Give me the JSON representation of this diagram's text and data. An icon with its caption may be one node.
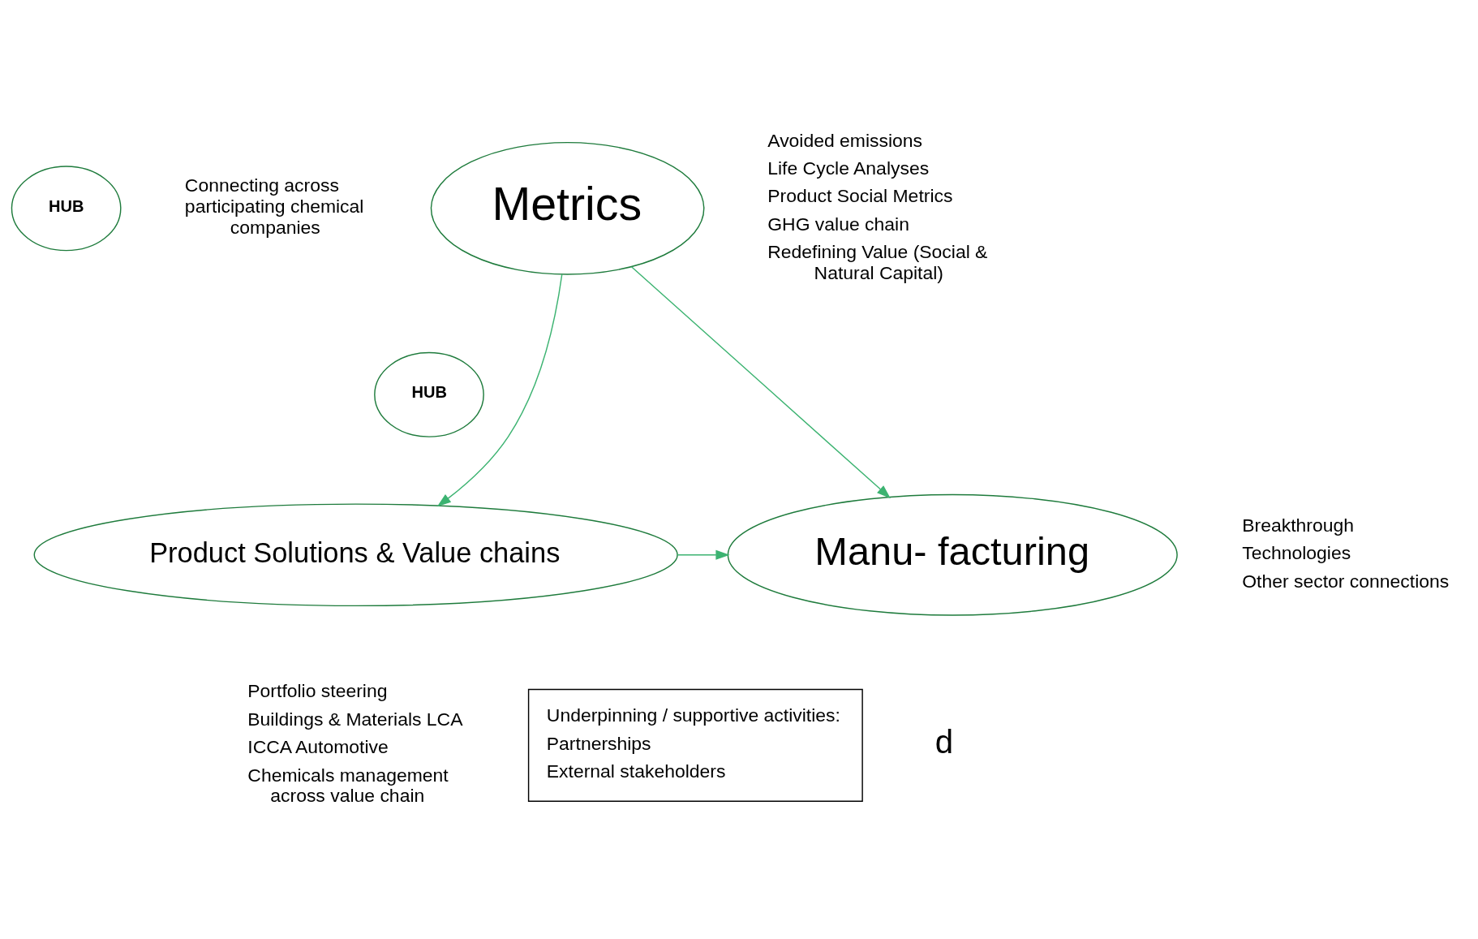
{
  "diagram": {
    "nodes": [
      {
        "text": [
          "HUB"
        ],
        "beside": [
          "Connecting across participating chemical companies"
        ]
      },
      {
        "text": [
          "Metrics"
        ],
        "beside": [
          "Avoided emissions",
          "Life Cycle Analyses",
          "Product Social Metrics",
          "GHG value chain",
          "Redefining Value (Social & Natural Capital)"
        ]
      },
      {
        "text": [
          "HUB"
        ]
      },
      {
        "text": [
          "Product Solutions & Value chains"
        ],
        "beside": [
          "Portfolio steering",
          "Buildings & Materials LCA",
          "ICCA Automotive",
          "Chemicals management across value chain"
        ]
      },
      {
        "text": [
          "Manu- facturing"
        ],
        "beside": [
          "Breakthrough",
          "Technologies",
          "Other sector connections"
        ]
      },
      {
        "text": [
          "Underpinning / supportive activities:",
          "Partnerships",
          "External stakeholders"
        ]
      }
    ],
    "edges": [
      {
        "from": 1,
        "to": 3,
        "arrow": "to"
      },
      {
        "from": 1,
        "to": 4,
        "arrow": "to"
      },
      {
        "from": 3,
        "to": 4,
        "arrow": "to"
      }
    ],
    "labels": [
      "d"
    ]
  }
}
